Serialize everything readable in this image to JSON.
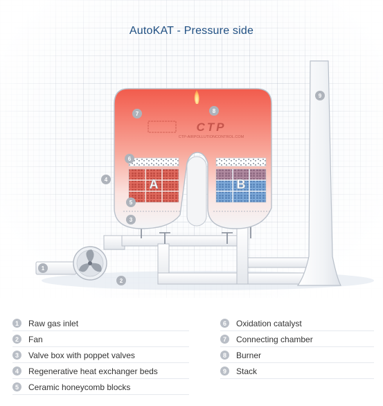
{
  "title": "AutoKAT - Pressure side",
  "watermark": {
    "logo_text": "CTP",
    "url_text": "CTP-AIRPOLLUTIONCONTROL.COM"
  },
  "beds": {
    "left_label": "A",
    "right_label": "B"
  },
  "markers": [
    "1",
    "2",
    "3",
    "4",
    "5",
    "6",
    "7",
    "8",
    "9"
  ],
  "legend": [
    {
      "num": "1",
      "label": "Raw gas inlet"
    },
    {
      "num": "2",
      "label": "Fan"
    },
    {
      "num": "3",
      "label": "Valve box with poppet valves"
    },
    {
      "num": "4",
      "label": "Regenerative heat exchanger beds"
    },
    {
      "num": "5",
      "label": "Ceramic honeycomb blocks"
    },
    {
      "num": "6",
      "label": "Oxidation catalyst"
    },
    {
      "num": "7",
      "label": "Connecting chamber"
    },
    {
      "num": "8",
      "label": "Burner"
    },
    {
      "num": "9",
      "label": "Stack"
    }
  ],
  "colors": {
    "hot": "#f26a5a",
    "cold": "#6f9fd2",
    "marker": "#aeb3bb",
    "title": "#1f4f82"
  }
}
